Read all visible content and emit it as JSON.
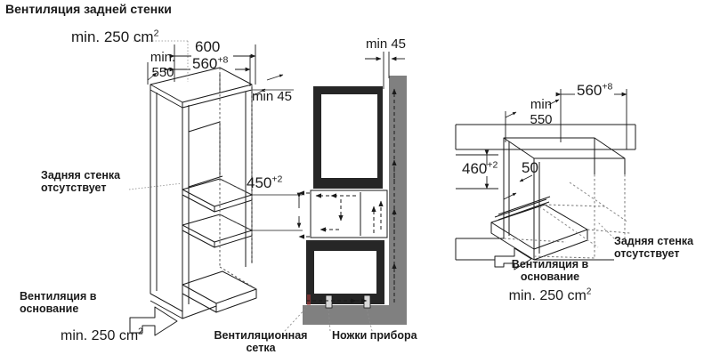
{
  "diagram": {
    "title": "Вентиляция задней стенки",
    "colors": {
      "line": "#1a1a1a",
      "wall_fill": "#808080",
      "cabinet_fill": "#262626",
      "background": "#ffffff",
      "text": "#1a1a1a"
    },
    "units_note": "mm / cm²"
  },
  "left_view": {
    "name": "isometric-open-cabinet",
    "vent_top": {
      "text": "min. 250 cm",
      "sup": "2"
    },
    "dim_600": "600",
    "dim_560": {
      "base": "560",
      "sup": "+8"
    },
    "dim_min_550": {
      "line1": "min.",
      "line2": "550"
    },
    "dim_min_45": "min 45",
    "dim_450": {
      "base": "450",
      "sup": "+2"
    },
    "label_back_wall": {
      "line1": "Задняя стенка",
      "line2": "отсутствует"
    },
    "label_vent_base": {
      "line1": "Вентиляция в",
      "line2": "основание",
      "line3": "min. 250 cm",
      "sup": "2"
    }
  },
  "middle_view": {
    "name": "cross-section-side-view",
    "dim_min_45": "min 45",
    "label_vent_grille": {
      "line1": "Вентиляционная",
      "line2": "сетка"
    },
    "label_feet": "Ножки прибора"
  },
  "right_view": {
    "name": "isometric-niche-with-drawer",
    "dim_560": {
      "base": "560",
      "sup": "+8"
    },
    "dim_min_550": {
      "line1": "min",
      "line2": "550"
    },
    "dim_460": {
      "base": "460",
      "sup": "+2"
    },
    "dim_50": "50",
    "label_back_wall": {
      "line1": "Задняя стенка",
      "line2": "отсутствует"
    },
    "label_vent_base": {
      "line1": "Вентиляция в",
      "line2": "основание",
      "line3": "min. 250 cm",
      "sup": "2"
    }
  }
}
